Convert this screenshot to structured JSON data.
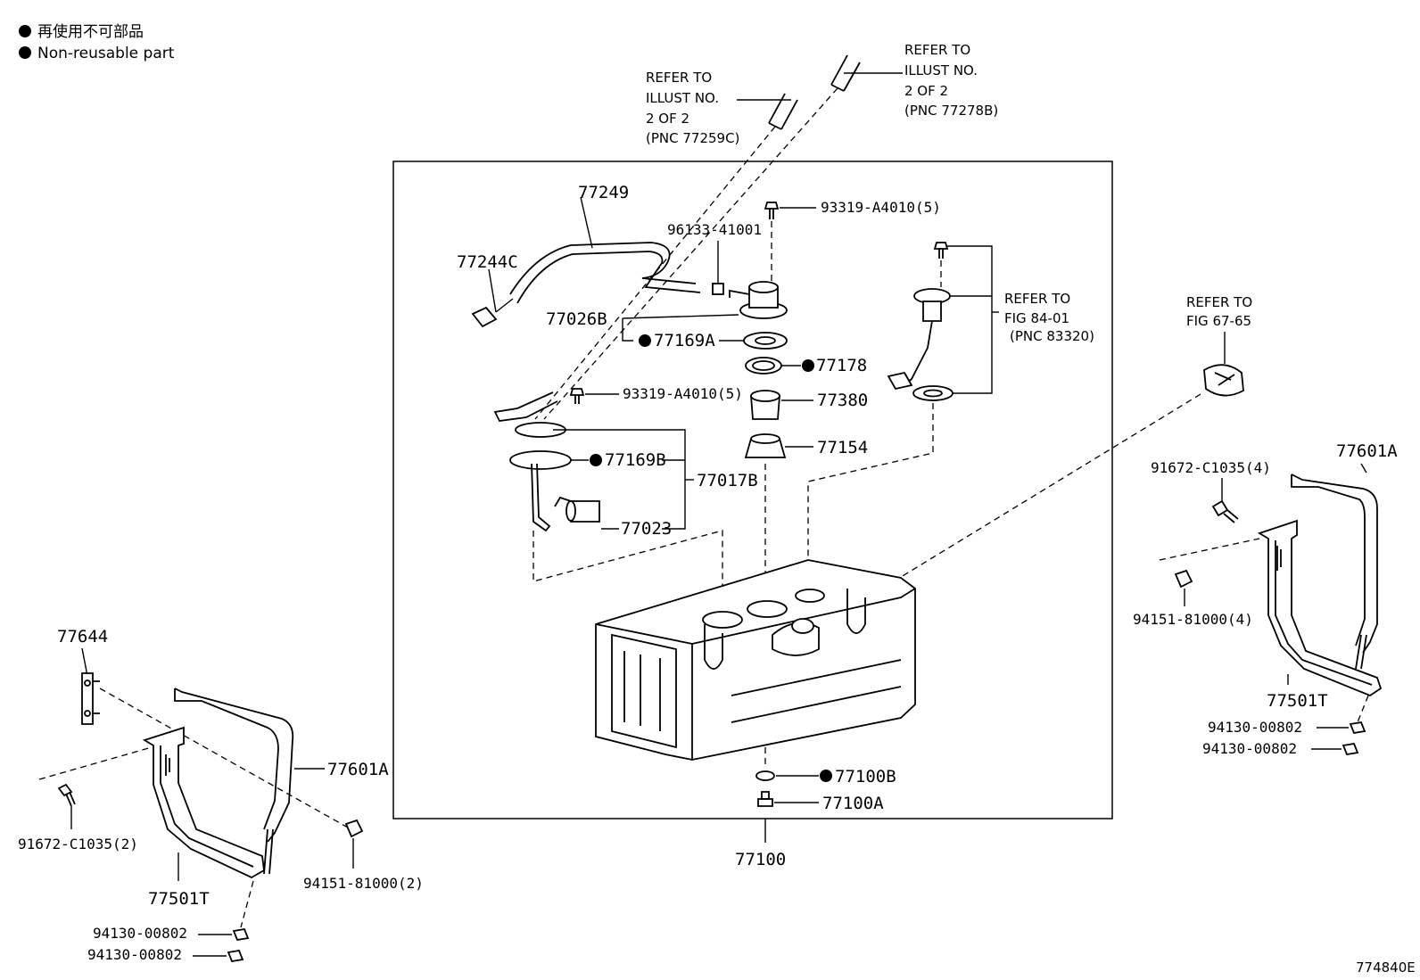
{
  "legend": {
    "line1": "再使用不可部品",
    "line2": "Non-reusable part"
  },
  "refs": {
    "top_left": [
      "REFER TO",
      "ILLUST NO.",
      "2 OF 2",
      "(PNC 77259C)"
    ],
    "top_right": [
      "REFER TO",
      "ILLUST NO.",
      "2 OF 2",
      "(PNC 77278B)"
    ],
    "fig84": [
      "REFER TO",
      "FIG 84-01",
      "(PNC 83320)"
    ],
    "fig67": [
      "REFER TO",
      "FIG 67-65"
    ]
  },
  "parts": {
    "p77249": "77249",
    "p77244C": "77244C",
    "p96133": "96133-41001",
    "p93319a": "93319-A4010(5)",
    "p77026B": "77026B",
    "p77169A": "77169A",
    "p77178": "77178",
    "p93319b": "93319-A4010(5)",
    "p77380": "77380",
    "p77154": "77154",
    "p77169B": "77169B",
    "p77017B": "77017B",
    "p77023": "77023",
    "p77100B": "77100B",
    "p77100A": "77100A",
    "p77100": "77100",
    "p77644": "77644",
    "p77601A_left": "77601A",
    "p91672_left": "91672-C1035(2)",
    "p94151_left": "94151-81000(2)",
    "p77501T_left": "77501T",
    "p94130_left_1": "94130-00802",
    "p94130_left_2": "94130-00802",
    "p77601A_right": "77601A",
    "p91672_right": "91672-C1035(4)",
    "p94151_right": "94151-81000(4)",
    "p77501T_right": "77501T",
    "p94130_right_1": "94130-00802",
    "p94130_right_2": "94130-00802"
  },
  "illustration_id": "774840E"
}
